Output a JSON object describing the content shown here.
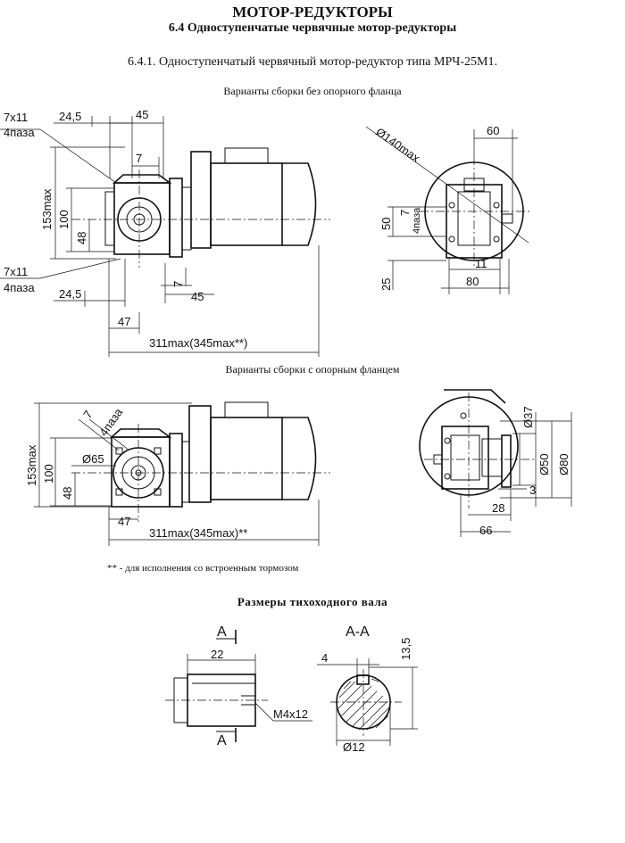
{
  "header": {
    "title": "МОТОР-РЕДУКТОРЫ",
    "section": "6.4 Одноступенчатые червячные мотор-редукторы",
    "subsection": "6.4.1. Одноступенчатый червячный мотор-редуктор типа МРЧ-25М1."
  },
  "captions": {
    "without_flange": "Варианты сборки без опорного фланца",
    "with_flange": "Варианты сборки с опорным фланцем",
    "footnote": "** - для исполнения со встроенным тормозом",
    "shaft": "Размеры тихоходного вала"
  },
  "view1": {
    "slots_top": "7х11",
    "slots_top2": "4паза",
    "slots_bot": "7х11",
    "slots_bot2": "4паза",
    "d_245_top": "24,5",
    "d_45_top": "45",
    "d_7_top": "7",
    "d_153": "153max",
    "d_100": "100",
    "d_48": "48",
    "d_7_bot": "7",
    "d_45_bot": "45",
    "d_245_bot": "24,5",
    "d_47": "47",
    "d_311": "311max(345max**)"
  },
  "view2": {
    "d_140": "Ø140max",
    "d_60": "60",
    "d_50": "50",
    "d_7": "7",
    "slots": "4паза",
    "d_11": "11",
    "d_25": "25",
    "d_80": "80"
  },
  "view3": {
    "d_7": "7",
    "slots": "4паза",
    "d_153": "153max",
    "d_100": "100",
    "d_65": "Ø65",
    "d_48": "48",
    "d_47": "47",
    "d_311": "311max(345max)**"
  },
  "view4": {
    "d_37": "Ø37",
    "d_50": "Ø50",
    "d_80": "Ø80",
    "d_3": "3",
    "d_28": "28",
    "d_66": "66"
  },
  "shaft": {
    "section_a": "А",
    "section_a2": "А",
    "d_22": "22",
    "thread": "М4х12",
    "aa": "А-А",
    "d_4": "4",
    "d_135": "13,5",
    "d_12": "Ø12"
  }
}
